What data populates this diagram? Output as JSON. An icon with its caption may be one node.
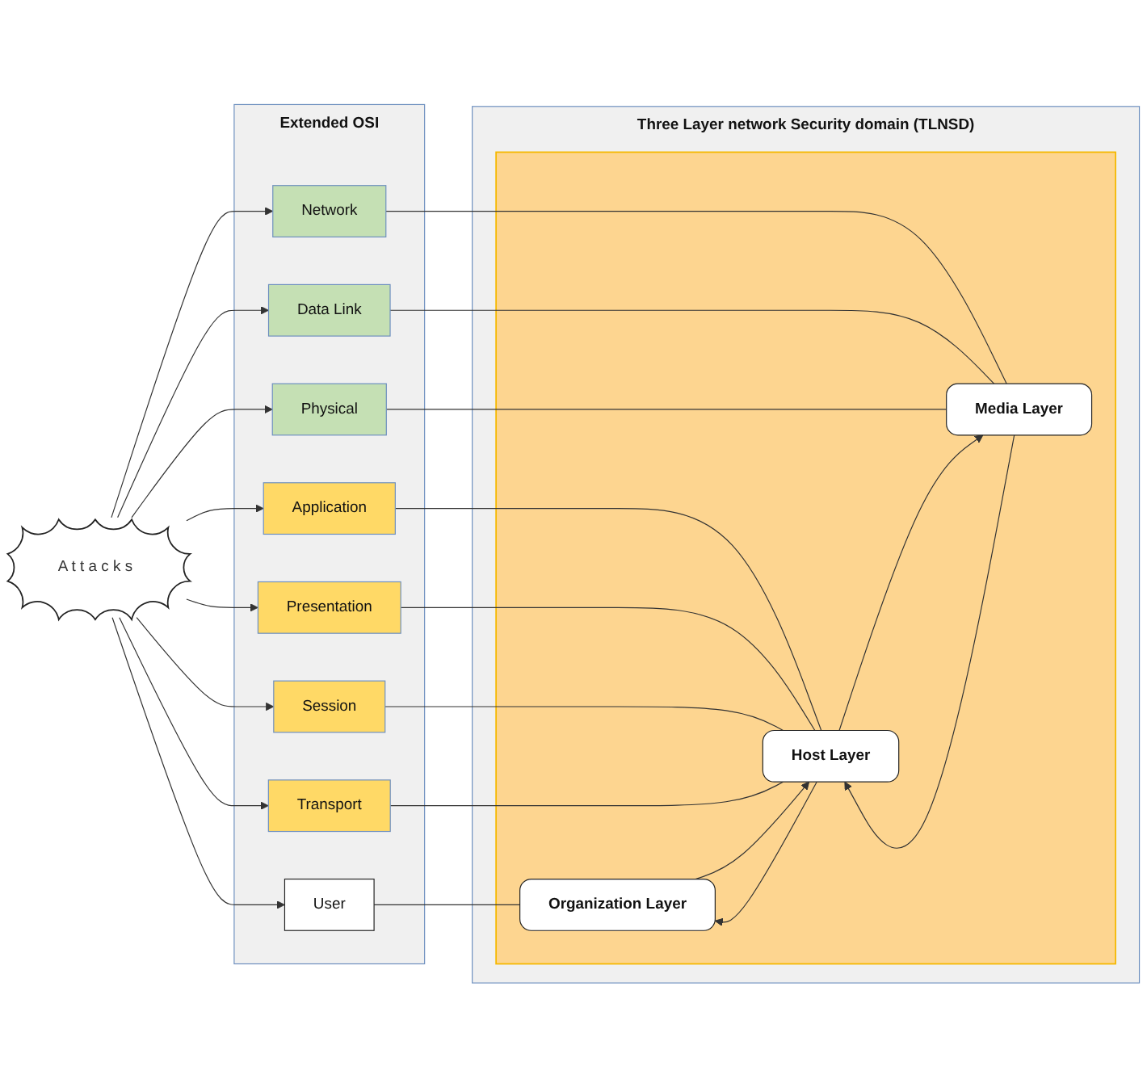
{
  "diagram": {
    "nodes": [
      {
        "text": [
          "A t t a c k s"
        ]
      },
      {
        "text": [
          "Extended OSI"
        ]
      },
      {
        "text": [
          "User"
        ],
        "in": 1
      },
      {
        "text": [
          "Application"
        ],
        "in": 1
      },
      {
        "text": [
          "Presentation"
        ],
        "in": 1
      },
      {
        "text": [
          "Session"
        ],
        "in": 1
      },
      {
        "text": [
          "Transport"
        ],
        "in": 1
      },
      {
        "text": [
          "Network"
        ],
        "in": 1
      },
      {
        "text": [
          "Data Link"
        ],
        "in": 1
      },
      {
        "text": [
          "Physical"
        ],
        "in": 1
      },
      {
        "text": [
          "Three Layer network Security domain (TLNSD)"
        ]
      },
      {
        "text": [],
        "shape": "box",
        "in": 10
      },
      {
        "text": [
          "Organization Layer"
        ],
        "in": 11
      },
      {
        "text": [
          "Host Layer"
        ],
        "in": 11
      },
      {
        "text": [
          "Media Layer"
        ],
        "in": 11
      }
    ],
    "edges": [
      {
        "from": 0,
        "to": 2,
        "arrow": "to"
      },
      {
        "from": 0,
        "to": 3,
        "arrow": "to"
      },
      {
        "from": 0,
        "to": 4,
        "arrow": "to"
      },
      {
        "from": 0,
        "to": 5,
        "arrow": "to"
      },
      {
        "from": 0,
        "to": 6,
        "arrow": "to"
      },
      {
        "from": 0,
        "to": 7,
        "arrow": "to"
      },
      {
        "from": 0,
        "to": 8,
        "arrow": "to"
      },
      {
        "from": 0,
        "to": 9,
        "arrow": "to"
      },
      {
        "from": 2,
        "to": 12,
        "arrow": "none"
      },
      {
        "from": 3,
        "to": 13,
        "arrow": "none"
      },
      {
        "from": 4,
        "to": 13,
        "arrow": "none"
      },
      {
        "from": 5,
        "to": 13,
        "arrow": "none"
      },
      {
        "from": 6,
        "to": 13,
        "arrow": "none"
      },
      {
        "from": 7,
        "to": 14,
        "arrow": "none"
      },
      {
        "from": 8,
        "to": 14,
        "arrow": "none"
      },
      {
        "from": 9,
        "to": 14,
        "arrow": "none"
      },
      {
        "from": 12,
        "to": 13,
        "arrow": "to"
      },
      {
        "from": 13,
        "to": 12,
        "arrow": "to"
      },
      {
        "from": 13,
        "to": 14,
        "arrow": "to"
      },
      {
        "from": 14,
        "to": 13,
        "arrow": "to"
      }
    ]
  }
}
